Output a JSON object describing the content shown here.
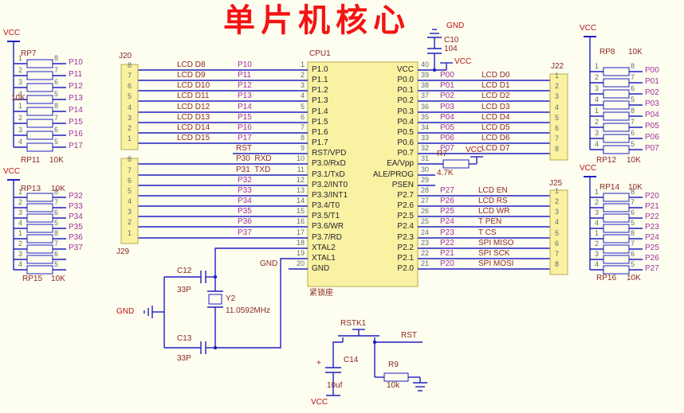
{
  "title": "单片机核心",
  "power": {
    "vcc": "VCC",
    "gnd": "GND"
  },
  "nets": {
    "rst": "RST"
  },
  "colors": {
    "background": "#fdfdf0",
    "wire": "#1f1fc0",
    "part_fill": "#f9f2a2",
    "part_border": "#b6aa4e",
    "net": "#a03399",
    "signal": "#8b2a21",
    "power": "#b81414",
    "title": "#f51212",
    "pin_number": "#6b6b6b",
    "pin_name": "#23232d"
  },
  "cpu": {
    "ref": "CPU1",
    "socket": "紧锁座",
    "left": [
      {
        "num": "1",
        "name": "P1.0",
        "signal": "LCD D8",
        "net": "P10"
      },
      {
        "num": "2",
        "name": "P1.1",
        "signal": "LCD D9",
        "net": "P11"
      },
      {
        "num": "3",
        "name": "P1.2",
        "signal": "LCD D10",
        "net": "P12"
      },
      {
        "num": "4",
        "name": "P1.3",
        "signal": "LCD D11",
        "net": "P13"
      },
      {
        "num": "5",
        "name": "P1.4",
        "signal": "LCD D12",
        "net": "P14"
      },
      {
        "num": "6",
        "name": "P1.5",
        "signal": "LCD D13",
        "net": "P15"
      },
      {
        "num": "7",
        "name": "P1.6",
        "signal": "LCD D14",
        "net": "P16"
      },
      {
        "num": "8",
        "name": "P1.7",
        "signal": "LCD D15",
        "net": "P17"
      },
      {
        "num": "9",
        "name": "RST/VPD",
        "label": "RST"
      },
      {
        "num": "10",
        "name": "P3.0/RxD",
        "label": "P30  RXD"
      },
      {
        "num": "11",
        "name": "P3.1/TxD",
        "label": "P31  TXD"
      },
      {
        "num": "12",
        "name": "P3.2/INT0",
        "net": "P32"
      },
      {
        "num": "13",
        "name": "P3.3/INT1",
        "net": "P33"
      },
      {
        "num": "14",
        "name": "P3.4/T0",
        "net": "P34"
      },
      {
        "num": "15",
        "name": "P3.5/T1",
        "net": "P35"
      },
      {
        "num": "16",
        "name": "P3.6/WR",
        "net": "P36"
      },
      {
        "num": "17",
        "name": "P3.7/RD",
        "net": "P37"
      },
      {
        "num": "18",
        "name": "XTAL2"
      },
      {
        "num": "19",
        "name": "XTAL1"
      },
      {
        "num": "20",
        "name": "GND",
        "label": "GND"
      }
    ],
    "right": [
      {
        "num": "40",
        "name": "VCC"
      },
      {
        "num": "39",
        "name": "P0.0",
        "net": "P00",
        "signal": "LCD D0"
      },
      {
        "num": "38",
        "name": "P0.1",
        "net": "P01",
        "signal": "LCD D1"
      },
      {
        "num": "37",
        "name": "P0.2",
        "net": "P02",
        "signal": "LCD D2"
      },
      {
        "num": "36",
        "name": "P0.3",
        "net": "P03",
        "signal": "LCD D3"
      },
      {
        "num": "35",
        "name": "P0.4",
        "net": "P04",
        "signal": "LCD D4"
      },
      {
        "num": "34",
        "name": "P0.5",
        "net": "P05",
        "signal": "LCD D5"
      },
      {
        "num": "33",
        "name": "P0.6",
        "net": "P06",
        "signal": "LCD D6"
      },
      {
        "num": "32",
        "name": "P0.7",
        "net": "P07",
        "signal": "LCD D7"
      },
      {
        "num": "31",
        "name": "EA/Vpp"
      },
      {
        "num": "30",
        "name": "ALE/PROG"
      },
      {
        "num": "29",
        "name": "PSEN"
      },
      {
        "num": "28",
        "name": "P2.7",
        "net": "P27",
        "signal": "LCD EN"
      },
      {
        "num": "27",
        "name": "P2.6",
        "net": "P26",
        "signal": "LCD RS"
      },
      {
        "num": "26",
        "name": "P2.5",
        "net": "P25",
        "signal": "LCD WR"
      },
      {
        "num": "25",
        "name": "P2.4",
        "net": "P24",
        "signal": "T PEN"
      },
      {
        "num": "24",
        "name": "P2.3",
        "net": "P23",
        "signal": "T CS"
      },
      {
        "num": "23",
        "name": "P2.2",
        "net": "P22",
        "signal": "SPI MISO"
      },
      {
        "num": "22",
        "name": "P2.1",
        "net": "P21",
        "signal": "SPI SCK"
      },
      {
        "num": "21",
        "name": "P2.0",
        "net": "P20",
        "signal": "SPI MOSI"
      }
    ]
  },
  "connectors": {
    "j20": {
      "ref": "J20",
      "pins": [
        "8",
        "7",
        "6",
        "5",
        "4",
        "3",
        "2",
        "1"
      ]
    },
    "j29": {
      "ref": "J29",
      "pins": [
        "8",
        "7",
        "6",
        "5",
        "4",
        "3",
        "2",
        "1"
      ]
    },
    "j22": {
      "ref": "J22",
      "pins": [
        "1",
        "2",
        "3",
        "4",
        "5",
        "6",
        "7",
        "8"
      ]
    },
    "j25": {
      "ref": "J25",
      "pins": [
        "1",
        "2",
        "3",
        "4",
        "5",
        "6",
        "7",
        "8"
      ]
    }
  },
  "packs": {
    "left_top": {
      "ref": "RP7",
      "value": "10K",
      "ref2": "RP11",
      "value2": "10K",
      "rows": [
        {
          "a": "1",
          "b": "8",
          "net": "P10"
        },
        {
          "a": "2",
          "b": "7",
          "net": "P11"
        },
        {
          "a": "3",
          "b": "6",
          "net": "P12"
        },
        {
          "a": "4",
          "b": "5",
          "net": "P13"
        },
        {
          "a": "1",
          "b": "8",
          "net": "P14"
        },
        {
          "a": "2",
          "b": "7",
          "net": "P15"
        },
        {
          "a": "3",
          "b": "6",
          "net": "P16"
        },
        {
          "a": "4",
          "b": "5",
          "net": "P17"
        }
      ]
    },
    "left_bottom": {
      "ref": "RP13",
      "value": "10K",
      "ref2": "RP15",
      "value2": "10K",
      "rows": [
        {
          "a": "1",
          "b": "8",
          "net": "P32"
        },
        {
          "a": "2",
          "b": "7",
          "net": "P33"
        },
        {
          "a": "3",
          "b": "6",
          "net": "P34"
        },
        {
          "a": "4",
          "b": "5",
          "net": "P35"
        },
        {
          "a": "1",
          "b": "8",
          "net": "P36"
        },
        {
          "a": "2",
          "b": "7",
          "net": "P37"
        },
        {
          "a": "3",
          "b": "6",
          "net": ""
        },
        {
          "a": "4",
          "b": "5",
          "net": ""
        }
      ]
    },
    "right_top": {
      "ref": "RP8",
      "value": "10K",
      "ref2": "RP12",
      "value2": "10K",
      "rows": [
        {
          "a": "1",
          "b": "8",
          "net": "P00"
        },
        {
          "a": "2",
          "b": "7",
          "net": "P01"
        },
        {
          "a": "3",
          "b": "6",
          "net": "P02"
        },
        {
          "a": "4",
          "b": "5",
          "net": "P03"
        },
        {
          "a": "1",
          "b": "8",
          "net": "P04"
        },
        {
          "a": "2",
          "b": "7",
          "net": "P05"
        },
        {
          "a": "3",
          "b": "6",
          "net": "P06"
        },
        {
          "a": "4",
          "b": "5",
          "net": "P07"
        }
      ]
    },
    "right_bottom": {
      "ref": "RP14",
      "value": "10K",
      "ref2": "RP16",
      "value2": "10K",
      "rows": [
        {
          "a": "1",
          "b": "8",
          "net": "P20"
        },
        {
          "a": "2",
          "b": "7",
          "net": "P21"
        },
        {
          "a": "3",
          "b": "6",
          "net": "P22"
        },
        {
          "a": "4",
          "b": "5",
          "net": "P23"
        },
        {
          "a": "1",
          "b": "8",
          "net": "P24"
        },
        {
          "a": "2",
          "b": "7",
          "net": "P25"
        },
        {
          "a": "3",
          "b": "6",
          "net": "P26"
        },
        {
          "a": "4",
          "b": "5",
          "net": "P27"
        }
      ]
    }
  },
  "parts": {
    "c10": {
      "ref": "C10",
      "value": "104"
    },
    "c12": {
      "ref": "C12",
      "value": "33P"
    },
    "c13": {
      "ref": "C13",
      "value": "33P"
    },
    "c14": {
      "ref": "C14",
      "value": "10uf",
      "polarity": "+"
    },
    "y2": {
      "ref": "Y2",
      "value": "11.0592MHz"
    },
    "r7": {
      "ref": "R7",
      "value": "4.7K"
    },
    "r9": {
      "ref": "R9",
      "value": "10k"
    },
    "k1": {
      "ref": "RSTK1"
    }
  }
}
